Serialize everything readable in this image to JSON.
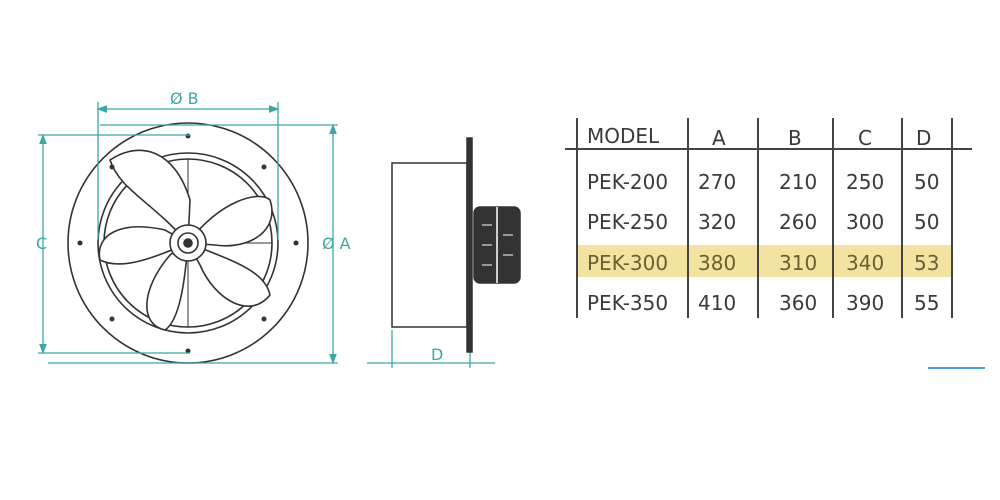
{
  "drawing": {
    "labels": {
      "b": "Ø B",
      "a": "Ø A",
      "c": "C",
      "d": "D"
    },
    "colors": {
      "dimension": "#3fa6a6",
      "line": "#333333",
      "highlight": "#f3e3a0",
      "accent": "#4aa0d8"
    }
  },
  "table": {
    "headers": [
      "MODEL",
      "A",
      "B",
      "C",
      "D"
    ],
    "rows": [
      [
        "PEK-200",
        "270",
        "210",
        "250",
        "50"
      ],
      [
        "PEK-250",
        "320",
        "260",
        "300",
        "50"
      ],
      [
        "PEK-300",
        "380",
        "310",
        "340",
        "53"
      ],
      [
        "PEK-350",
        "410",
        "360",
        "390",
        "55"
      ]
    ],
    "highlighted_row": 2
  }
}
